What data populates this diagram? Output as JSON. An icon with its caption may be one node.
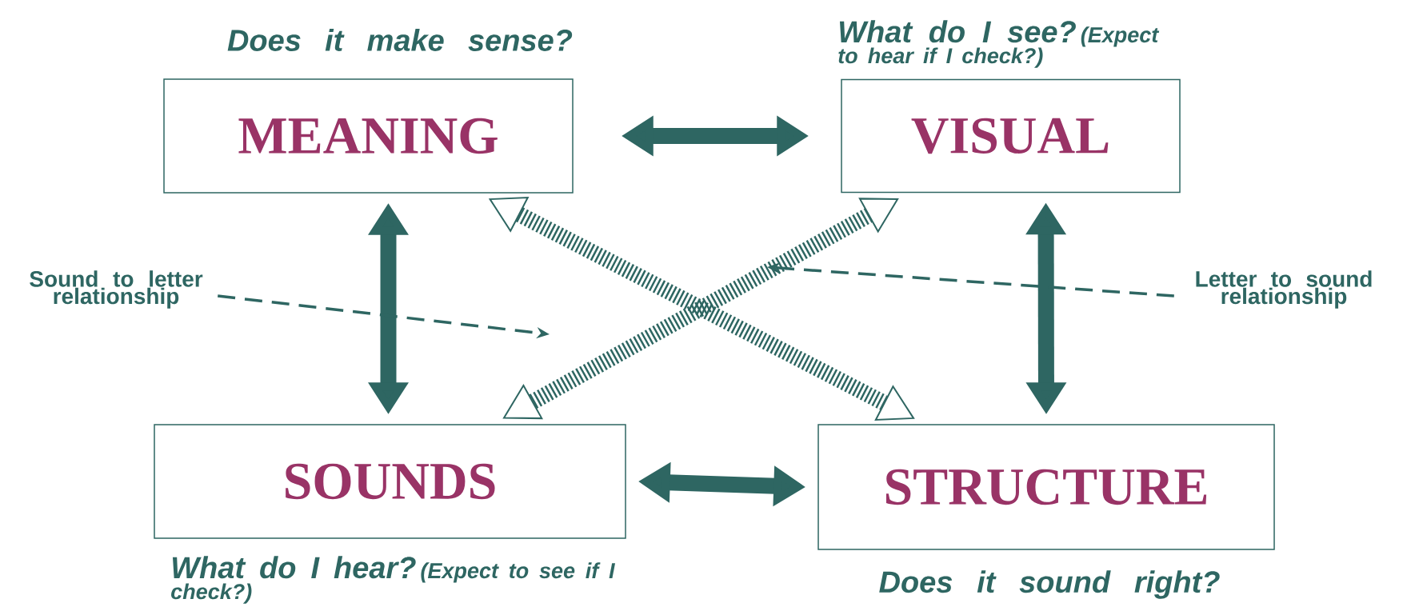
{
  "diagram": {
    "nodes": [
      {
        "text": [
          "MEANING"
        ],
        "beside": [
          "Does it make sense?"
        ]
      },
      {
        "text": [
          "VISUAL"
        ],
        "beside": [
          "What do I see?",
          "(Expect to hear if I check?)"
        ]
      },
      {
        "text": [
          "SOUNDS"
        ],
        "beside": [
          "What do I hear?",
          "(Expect to see if I check?)"
        ]
      },
      {
        "text": [
          "STRUCTURE"
        ],
        "beside": [
          "Does it sound right?"
        ]
      },
      {
        "text": [
          "Sound to letter relationship"
        ]
      },
      {
        "text": [
          "Letter to sound relationship"
        ]
      }
    ],
    "edges": [
      {
        "from": 0,
        "to": 1,
        "arrow": "both"
      },
      {
        "from": 0,
        "to": 2,
        "arrow": "both"
      },
      {
        "from": 1,
        "to": 3,
        "arrow": "both"
      },
      {
        "from": 2,
        "to": 3,
        "arrow": "both"
      },
      {
        "from": 0,
        "to": 3,
        "arrow": "both",
        "style": "dashed"
      },
      {
        "from": 2,
        "to": 1,
        "arrow": "both",
        "style": "dashed"
      },
      {
        "from": 4,
        "to": null,
        "arrow": "to",
        "style": "dashed"
      },
      {
        "from": 5,
        "to": null,
        "arrow": "to",
        "style": "dashed"
      }
    ]
  }
}
